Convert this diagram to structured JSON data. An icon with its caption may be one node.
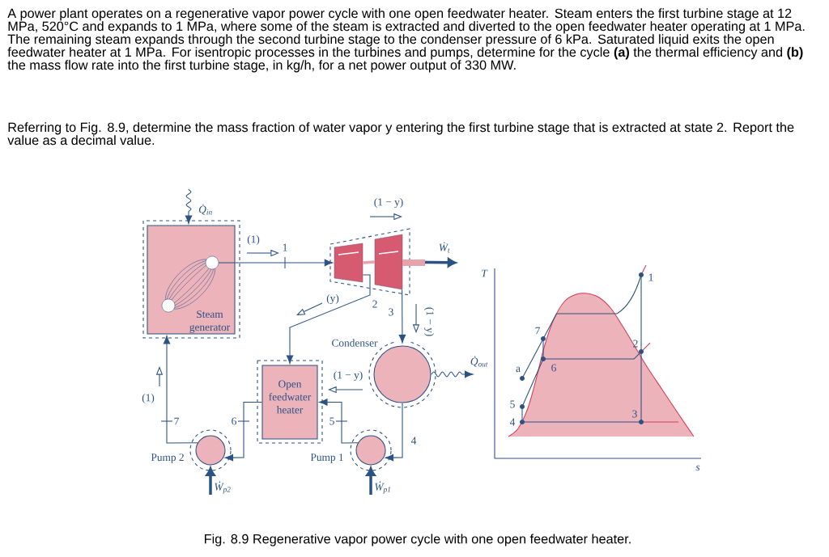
{
  "diagram": {
    "caption": "Fig. 8.9 Regenerative vapor power cycle with one open feedwater heater.",
    "nodes": [
      {
        "text": [
          "Steam generator"
        ]
      },
      {
        "text": [],
        "shape": "trapezoid"
      },
      {
        "text": [],
        "shape": "trapezoid"
      },
      {
        "text": [
          "Condenser"
        ]
      },
      {
        "text": [
          "Open feedwater heater"
        ]
      },
      {
        "text": [
          "Pump 1"
        ]
      },
      {
        "text": [
          "Pump 2"
        ]
      }
    ],
    "edges": [
      {
        "from": 0,
        "to": 1,
        "arrow": "to",
        "label": "1"
      },
      {
        "from": 1,
        "to": 4,
        "arrow": "to",
        "label": "2"
      },
      {
        "from": 2,
        "to": 3,
        "arrow": "to",
        "label": "3"
      },
      {
        "from": 3,
        "to": 5,
        "arrow": "to",
        "label": "4"
      },
      {
        "from": 5,
        "to": 4,
        "arrow": "to",
        "label": "5"
      },
      {
        "from": 4,
        "to": 6,
        "arrow": "to",
        "label": "6"
      },
      {
        "from": 6,
        "to": 0,
        "arrow": "to",
        "label": "7"
      },
      {
        "from": null,
        "to": 0,
        "arrow": "to",
        "label": "Q̇$_{in}$"
      },
      {
        "from": 3,
        "to": null,
        "arrow": "to",
        "label": "Q̇$_{out}$"
      },
      {
        "from": 2,
        "to": null,
        "arrow": "to",
        "label": "Ẇ$_{t}$",
        "style": "thick"
      },
      {
        "from": null,
        "to": 5,
        "arrow": "to",
        "label": "Ẇ$_{p1}$",
        "style": "thick"
      },
      {
        "from": null,
        "to": 6,
        "arrow": "to",
        "label": "Ẇ$_{p2}$",
        "style": "thick"
      },
      {
        "from": 1,
        "to": 2,
        "arrow": "none",
        "style": "thick",
        "color": "#e7a3ad"
      }
    ],
    "labels": [
      "A power plant operates on a regenerative vapor power cycle with one open feedwater heater. Steam enters the first turbine stage at 12 MPa, 520°C and expands to 1 MPa, where some of the steam is extracted and diverted to the open feedwater heater operating at 1 MPa. The remaining steam expands through the second turbine stage to the condenser pressure of 6 kPa. Saturated liquid exits the open feedwater heater at 1 MPa. For isentropic processes in the turbines and pumps, determine for the cycle **(a)** the thermal efficiency and **(b)** the mass flow rate into the first turbine stage, in kg/h, for a net power output of 330 MW.",
      "Referring to Fig. 8.9, determine the mass fraction of water vapor y entering the first turbine stage that is extracted at state 2. Report the value as a decimal value.",
      "(1 − y)",
      "(1)",
      "(y)",
      "(1 − y)",
      "(1 − y)",
      "(1)",
      "T",
      "1",
      "7",
      "2",
      "a",
      "6",
      "5",
      "4",
      "3",
      "s"
    ]
  }
}
